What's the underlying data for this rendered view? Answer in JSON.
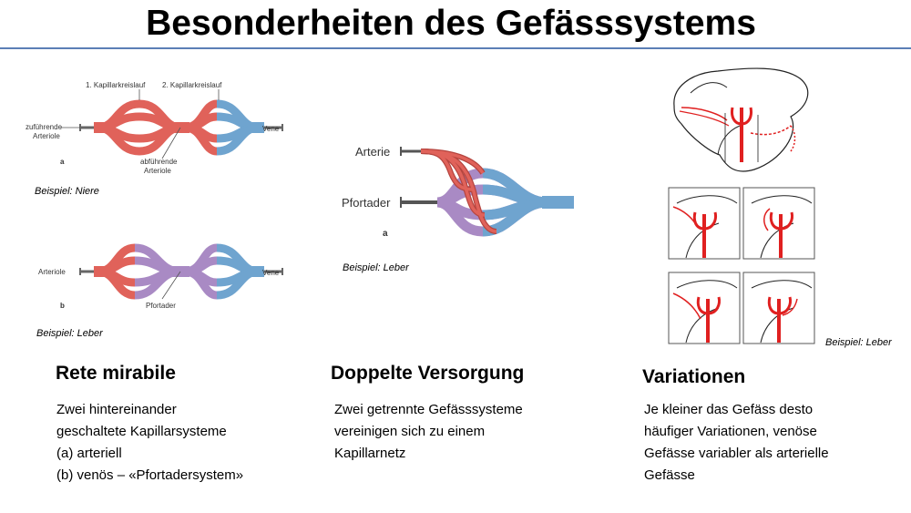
{
  "title": "Besonderheiten des Gefässsystems",
  "colors": {
    "arterial": "#e0625a",
    "venous": "#6fa4cf",
    "portal": "#a98ac4",
    "rule": "#5b7fb6",
    "liver_red": "#e02020"
  },
  "left": {
    "diagram_a": {
      "label_cap1": "1. Kapillarkreislauf",
      "label_cap2": "2. Kapillarkreislauf",
      "label_in": "zuführende Arteriole",
      "label_in_l1": "zuführende",
      "label_in_l2": "Arteriole",
      "label_out_l1": "abführende",
      "label_out_l2": "Arteriole",
      "label_vene": "Vene",
      "panel": "a"
    },
    "caption_a": "Beispiel: Niere",
    "diagram_b": {
      "label_arteriole": "Arteriole",
      "label_pfortader": "Pfortader",
      "label_vene": "Vene",
      "panel": "b"
    },
    "caption_b": "Beispiel: Leber",
    "heading": "Rete mirabile",
    "lines": [
      "Zwei hintereinander",
      "geschaltete Kapillarsysteme",
      "(a)  arteriell",
      "(b)  venös – «Pfortadersystem»"
    ]
  },
  "middle": {
    "diagram": {
      "label_arterie": "Arterie",
      "label_pfortader": "Pfortader",
      "panel": "a"
    },
    "caption": "Beispiel: Leber",
    "heading": "Doppelte Versorgung",
    "lines": [
      "Zwei getrennte Gefässsysteme",
      "vereinigen sich zu einem",
      "Kapillarnetz"
    ]
  },
  "right": {
    "caption": "Beispiel: Leber",
    "heading": "Variationen",
    "lines": [
      "Je kleiner das Gefäss desto",
      "häufiger Variationen, venöse",
      "Gefässe variabler als arterielle",
      "Gefässe"
    ]
  }
}
